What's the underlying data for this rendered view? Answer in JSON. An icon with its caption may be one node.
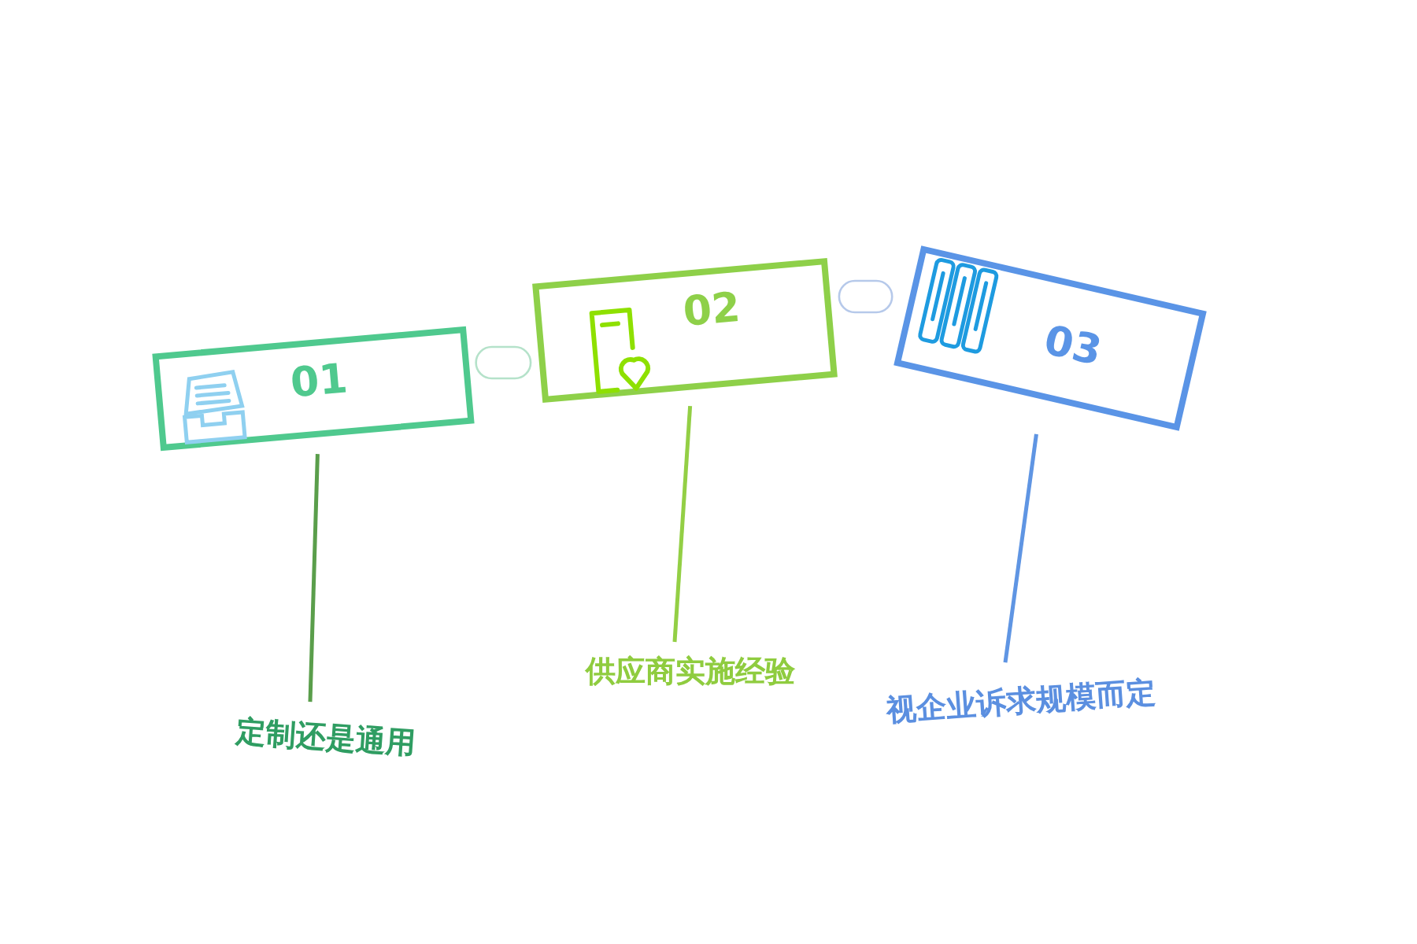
{
  "diagram": {
    "nodes": [
      {
        "text": [
          "01"
        ]
      },
      {
        "text": [
          "02"
        ]
      },
      {
        "text": [
          "03"
        ]
      },
      {
        "text": [
          "定制还是通用"
        ]
      },
      {
        "text": [
          "供应商实施经验"
        ]
      },
      {
        "text": [
          "视企业诉求规模而定"
        ]
      }
    ],
    "edges": [
      {
        "from": 0,
        "to": 1,
        "arrow": "none",
        "color": "#b5e2ca"
      },
      {
        "from": 1,
        "to": 2,
        "arrow": "none",
        "color": "#b6c9ea"
      },
      {
        "from": 0,
        "to": 3,
        "arrow": "none",
        "color": "#5a9e4b"
      },
      {
        "from": 1,
        "to": 4,
        "arrow": "none",
        "color": "#93cf45"
      },
      {
        "from": 2,
        "to": 5,
        "arrow": "none",
        "color": "#5f95e3"
      }
    ]
  }
}
